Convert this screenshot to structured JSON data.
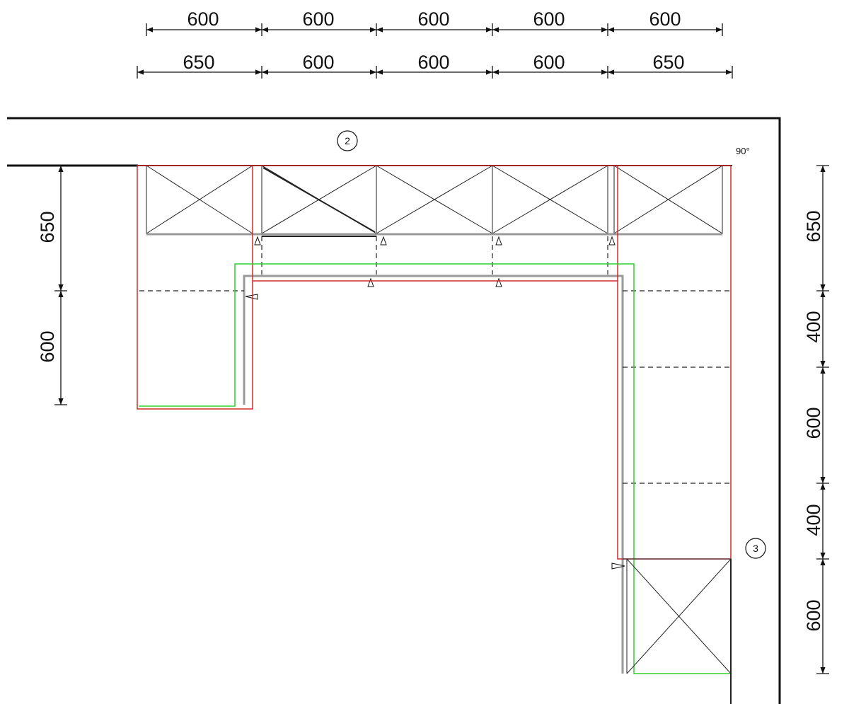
{
  "colors": {
    "wall": "#111111",
    "cabinet_outline": "#d42a2a",
    "worktop_outline": "#2fd12f",
    "cabinet_lines": "#222222",
    "plinth": "#9a9a9a"
  },
  "dimensions": {
    "top_row_1": [
      "600",
      "600",
      "600",
      "600",
      "600"
    ],
    "top_row_2": [
      "650",
      "600",
      "600",
      "600",
      "650"
    ],
    "left_column": [
      "650",
      "600"
    ],
    "right_column": [
      "650",
      "400",
      "600",
      "400",
      "600"
    ]
  },
  "markers": {
    "wall_2": "2",
    "wall_3": "3"
  },
  "angle_label": "90°"
}
